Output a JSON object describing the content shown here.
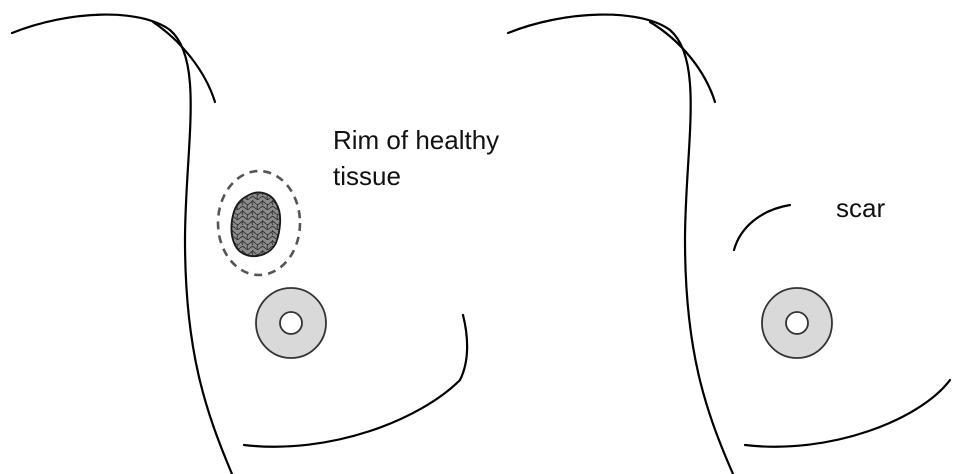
{
  "diagram": {
    "labels": {
      "rim_line1": "Rim of healthy",
      "rim_line2": "tissue",
      "scar": "scar"
    },
    "colors": {
      "outline": "#000000",
      "tumor_fill": "#8c8c8c",
      "tumor_texture": "#2e2e2e",
      "areola_fill": "#d9d9d9",
      "margin_stroke": "#555555",
      "background": "#ffffff"
    },
    "panels": [
      {
        "name": "before-lumpectomy",
        "features": [
          "tumor",
          "rim-of-healthy-tissue",
          "nipple"
        ]
      },
      {
        "name": "after-lumpectomy",
        "features": [
          "scar",
          "nipple"
        ]
      }
    ]
  }
}
